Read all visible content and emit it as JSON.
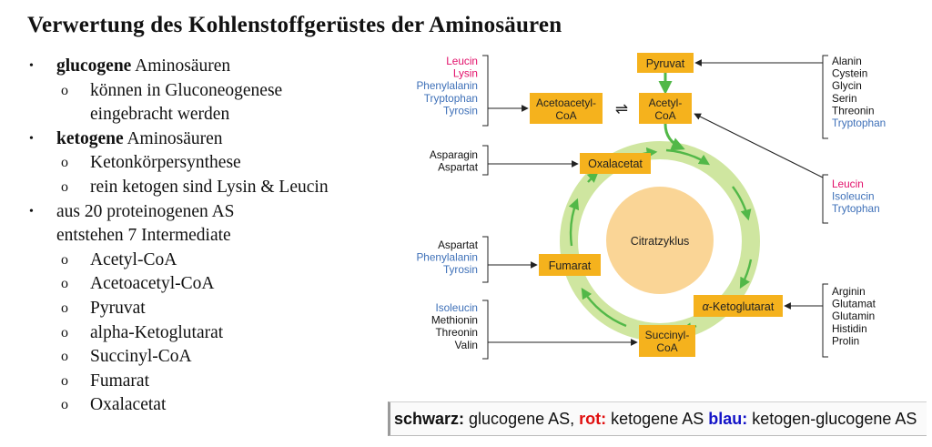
{
  "title": "Verwertung des Kohlenstoffgerüstes der Aminosäuren",
  "bullets": {
    "glucogene_bold": "glucogene",
    "glucogene_rest": " Aminosäuren",
    "gluconeo_line1": "können in Gluconeogenese",
    "gluconeo_line2": "eingebracht werden",
    "ketogene_bold": "ketogene",
    "ketogene_rest": " Aminosäuren",
    "ketokoerper": "Ketonkörpersynthese",
    "rein_ketogen": "rein ketogen sind Lysin & Leucin",
    "aus20_line1": "aus 20 proteinogenen AS",
    "aus20_line2": "entstehen 7 Intermediate",
    "intermediates": [
      "Acetyl-CoA",
      "Acetoacetyl-CoA",
      "Pyruvat",
      "alpha-Ketoglutarat",
      "Succinyl-CoA",
      "Fumarat",
      "Oxalacetat"
    ],
    "bullet_symbol": "•",
    "sub_symbol": "o"
  },
  "diagram": {
    "center_label": "Citratzyklus",
    "boxes": {
      "pyruvat": "Pyruvat",
      "acetoacetyl_1": "Acetoacetyl-",
      "acetoacetyl_2": "CoA",
      "acetyl_1": "Acetyl-",
      "acetyl_2": "CoA",
      "oxalacetat": "Oxalacetat",
      "fumarat": "Fumarat",
      "ketoglutarat_alpha": "α",
      "ketoglutarat_rest": "-Ketoglutarat",
      "succinyl_1": "Succinyl-",
      "succinyl_2": "CoA",
      "equilibrium": "⇌"
    },
    "groups": {
      "ketogenic_top": [
        {
          "name": "Leucin",
          "color": "red"
        },
        {
          "name": "Lysin",
          "color": "red"
        },
        {
          "name": "Phenylalanin",
          "color": "blue"
        },
        {
          "name": "Tryptophan",
          "color": "blue"
        },
        {
          "name": "Tyrosin",
          "color": "blue"
        }
      ],
      "pyruvat_group": [
        {
          "name": "Alanin",
          "color": "black"
        },
        {
          "name": "Cystein",
          "color": "black"
        },
        {
          "name": "Glycin",
          "color": "black"
        },
        {
          "name": "Serin",
          "color": "black"
        },
        {
          "name": "Threonin",
          "color": "black"
        },
        {
          "name": "Tryptophan",
          "color": "blue"
        }
      ],
      "acetyl_group": [
        {
          "name": "Leucin",
          "color": "red"
        },
        {
          "name": "Isoleucin",
          "color": "blue"
        },
        {
          "name": "Trytophan",
          "color": "blue"
        }
      ],
      "oxalacetat_group": [
        {
          "name": "Asparagin",
          "color": "black"
        },
        {
          "name": "Aspartat",
          "color": "black"
        }
      ],
      "fumarat_group": [
        {
          "name": "Aspartat",
          "color": "black"
        },
        {
          "name": "Phenylalanin",
          "color": "blue"
        },
        {
          "name": "Tyrosin",
          "color": "blue"
        }
      ],
      "succinyl_group": [
        {
          "name": "Isoleucin",
          "color": "blue"
        },
        {
          "name": "Methionin",
          "color": "black"
        },
        {
          "name": "Threonin",
          "color": "black"
        },
        {
          "name": "Valin",
          "color": "black"
        }
      ],
      "ketoglutarat_group": [
        {
          "name": "Arginin",
          "color": "black"
        },
        {
          "name": "Glutamat",
          "color": "black"
        },
        {
          "name": "Glutamin",
          "color": "black"
        },
        {
          "name": "Histidin",
          "color": "black"
        },
        {
          "name": "Prolin",
          "color": "black"
        }
      ]
    }
  },
  "legend": {
    "schwarz_label": "schwarz:",
    "schwarz_text": " glucogene AS, ",
    "rot_label": "rot:",
    "rot_text": " ketogene AS ",
    "blau_label": "blau:",
    "blau_text": " ketogen-glucogene AS"
  },
  "colors": {
    "box": "#f5b21d",
    "ring_light": "#cfe6a0",
    "ring_arrow": "#52b848",
    "center": "#fad596",
    "red": "#e2106a",
    "blue": "#3e70b8",
    "black": "#111111",
    "legend_red": "#e01010",
    "legend_blue": "#1414c8"
  }
}
